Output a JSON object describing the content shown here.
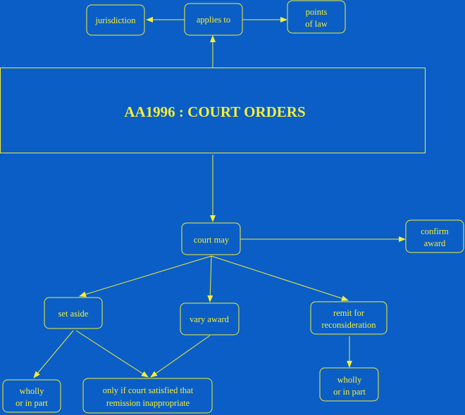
{
  "title": "AA1996 : COURT ORDERS",
  "nodes": {
    "jurisdiction": "jurisdiction",
    "applies_to": "applies to",
    "points_of_law": [
      "points",
      "of law"
    ],
    "court_may": "court may",
    "confirm_award": [
      "confirm",
      "award"
    ],
    "set_aside": "set aside",
    "vary_award": "vary award",
    "remit": [
      "remit for",
      "reconsideration"
    ],
    "wholly_left": [
      "wholly",
      "or in part"
    ],
    "only_if": [
      "only if court satisfied that",
      "remission inappropriate"
    ],
    "wholly_right": [
      "wholly",
      "or in part"
    ]
  },
  "colors": {
    "background": "#0a5ec6",
    "foreground": "#f3ee3a"
  }
}
